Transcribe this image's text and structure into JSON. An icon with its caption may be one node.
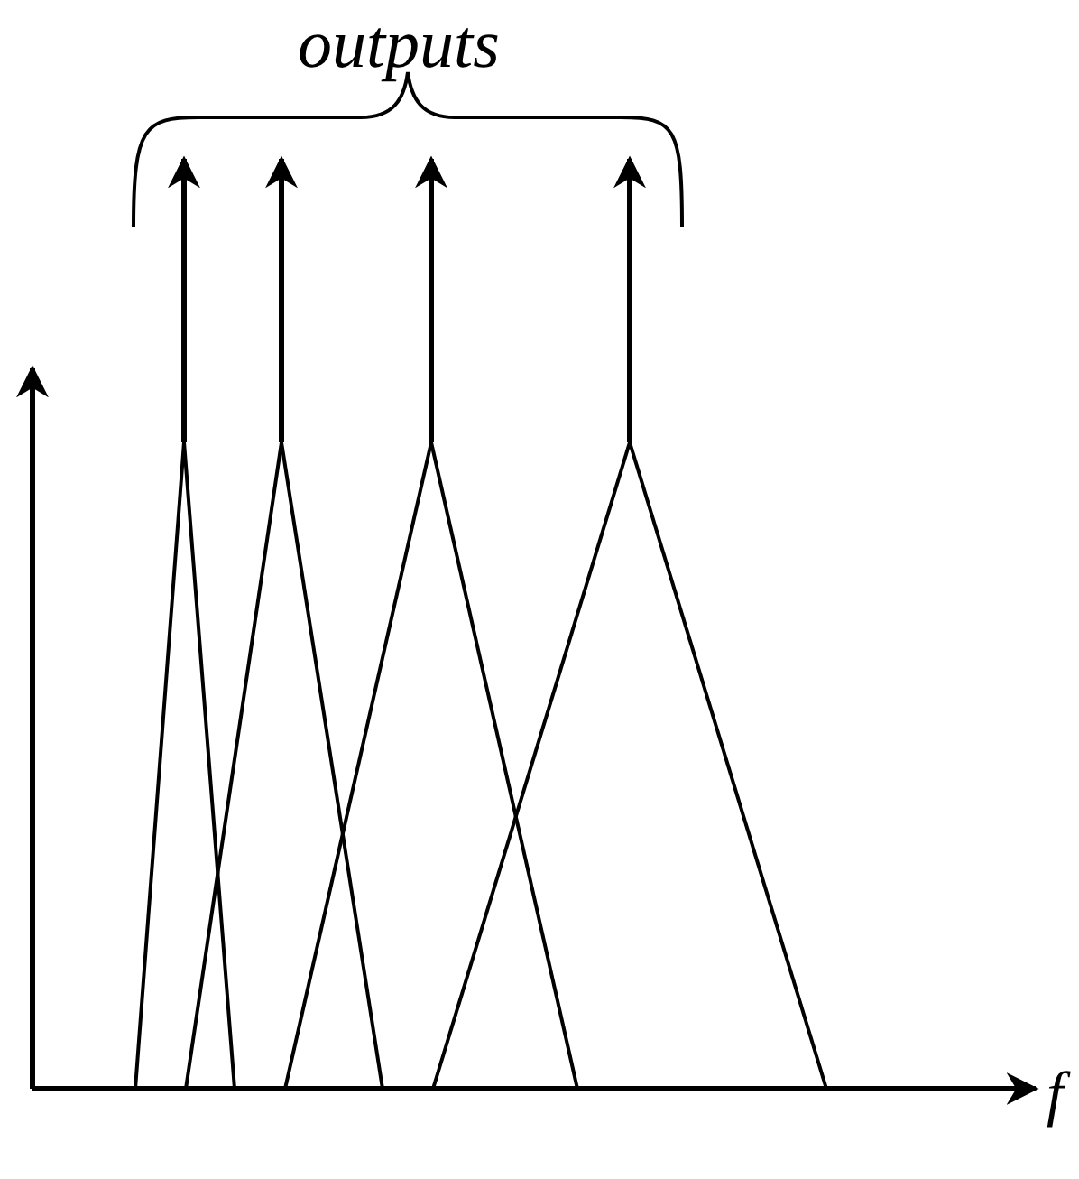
{
  "diagram": {
    "nodes": [
      {
        "text": [],
        "shape": "triangle"
      },
      {
        "text": [],
        "shape": "triangle"
      },
      {
        "text": [],
        "shape": "triangle"
      },
      {
        "text": [],
        "shape": "triangle"
      }
    ],
    "edges": [
      {
        "from": 0,
        "to": null,
        "arrow": "to"
      },
      {
        "from": 1,
        "to": null,
        "arrow": "to"
      },
      {
        "from": 2,
        "to": null,
        "arrow": "to"
      },
      {
        "from": 3,
        "to": null,
        "arrow": "to"
      }
    ],
    "labels": [
      "outputs",
      "f"
    ]
  }
}
